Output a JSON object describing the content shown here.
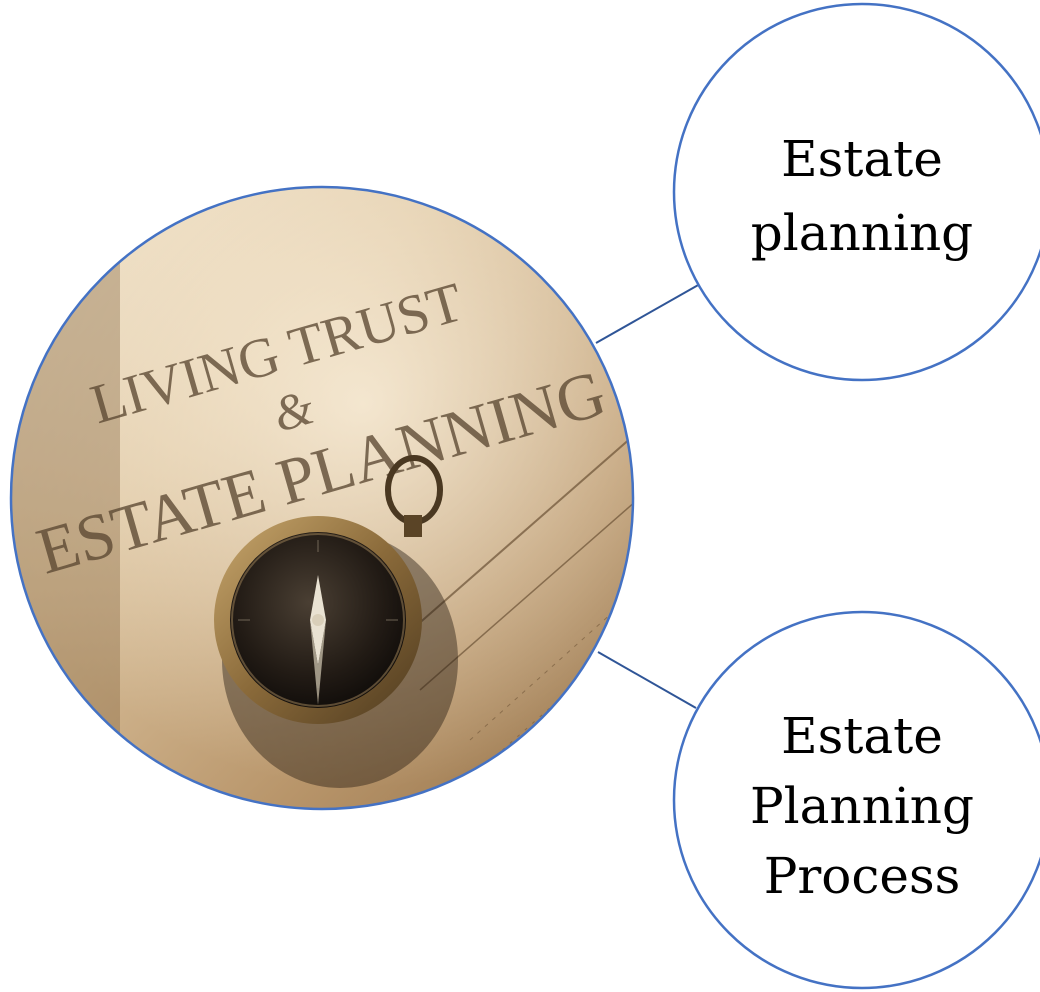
{
  "diagram": {
    "hub": {
      "image_name": "living-trust-compass-photo",
      "photo_text": {
        "line1": "LIVING TRUST",
        "line2": "&",
        "line3": "ESTATE PLANNING"
      }
    },
    "nodes": [
      {
        "id": "estate-planning",
        "lines": [
          "Estate",
          "planning"
        ]
      },
      {
        "id": "estate-planning-process",
        "lines": [
          "Estate",
          "Planning",
          "Process"
        ]
      }
    ],
    "colors": {
      "outline": "#4472C4",
      "connector": "#2F5597",
      "node_fill": "#ffffff",
      "text": "#000000"
    }
  }
}
